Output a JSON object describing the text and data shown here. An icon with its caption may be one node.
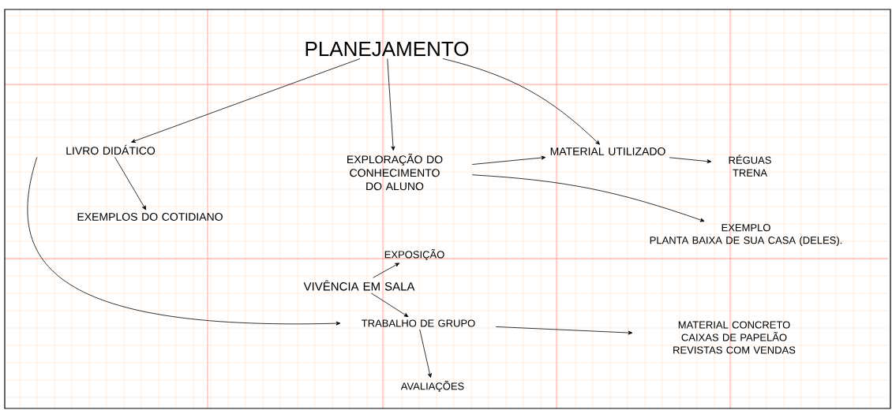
{
  "diagram": {
    "nodes": [
      {
        "text": [
          "PLANEJAMENTO"
        ]
      },
      {
        "text": [
          "LIVRO DIDÁTICO"
        ]
      },
      {
        "text": [
          "EXPLORAÇÃO DO CONHECIMENTO DO ALUNO"
        ]
      },
      {
        "text": [
          "MATERIAL UTILIZADO"
        ]
      },
      {
        "text": [
          "RÉGUAS TRENA"
        ]
      },
      {
        "text": [
          "EXEMPLOS DO COTIDIANO"
        ]
      },
      {
        "text": [
          "EXEMPLO",
          "PLANTA BAIXA DE SUA CASA (DELES)."
        ]
      },
      {
        "text": [
          "EXPOSIÇÃO"
        ]
      },
      {
        "text": [
          "VIVÊNCIA EM SALA"
        ]
      },
      {
        "text": [
          "TRABALHO DE GRUPO"
        ]
      },
      {
        "text": [
          "MATERIAL CONCRETO",
          "CAIXAS DE PAPELÃO",
          "REVISTAS COM VENDAS"
        ]
      },
      {
        "text": [
          "AVALIAÇÕES"
        ]
      }
    ],
    "edges": [
      {
        "from": 0,
        "to": 1,
        "arrow": "to"
      },
      {
        "from": 0,
        "to": 2,
        "arrow": "to"
      },
      {
        "from": 0,
        "to": 3,
        "arrow": "to"
      },
      {
        "from": 2,
        "to": 3,
        "arrow": "to"
      },
      {
        "from": 3,
        "to": 4,
        "arrow": "to"
      },
      {
        "from": 1,
        "to": 5,
        "arrow": "to"
      },
      {
        "from": 2,
        "to": 6,
        "arrow": "to"
      },
      {
        "from": 8,
        "to": 7,
        "arrow": "to"
      },
      {
        "from": 8,
        "to": 9,
        "arrow": "to"
      },
      {
        "from": 1,
        "to": 9,
        "arrow": "to"
      },
      {
        "from": 9,
        "to": 10,
        "arrow": "to"
      },
      {
        "from": 9,
        "to": 11,
        "arrow": "to"
      }
    ]
  }
}
